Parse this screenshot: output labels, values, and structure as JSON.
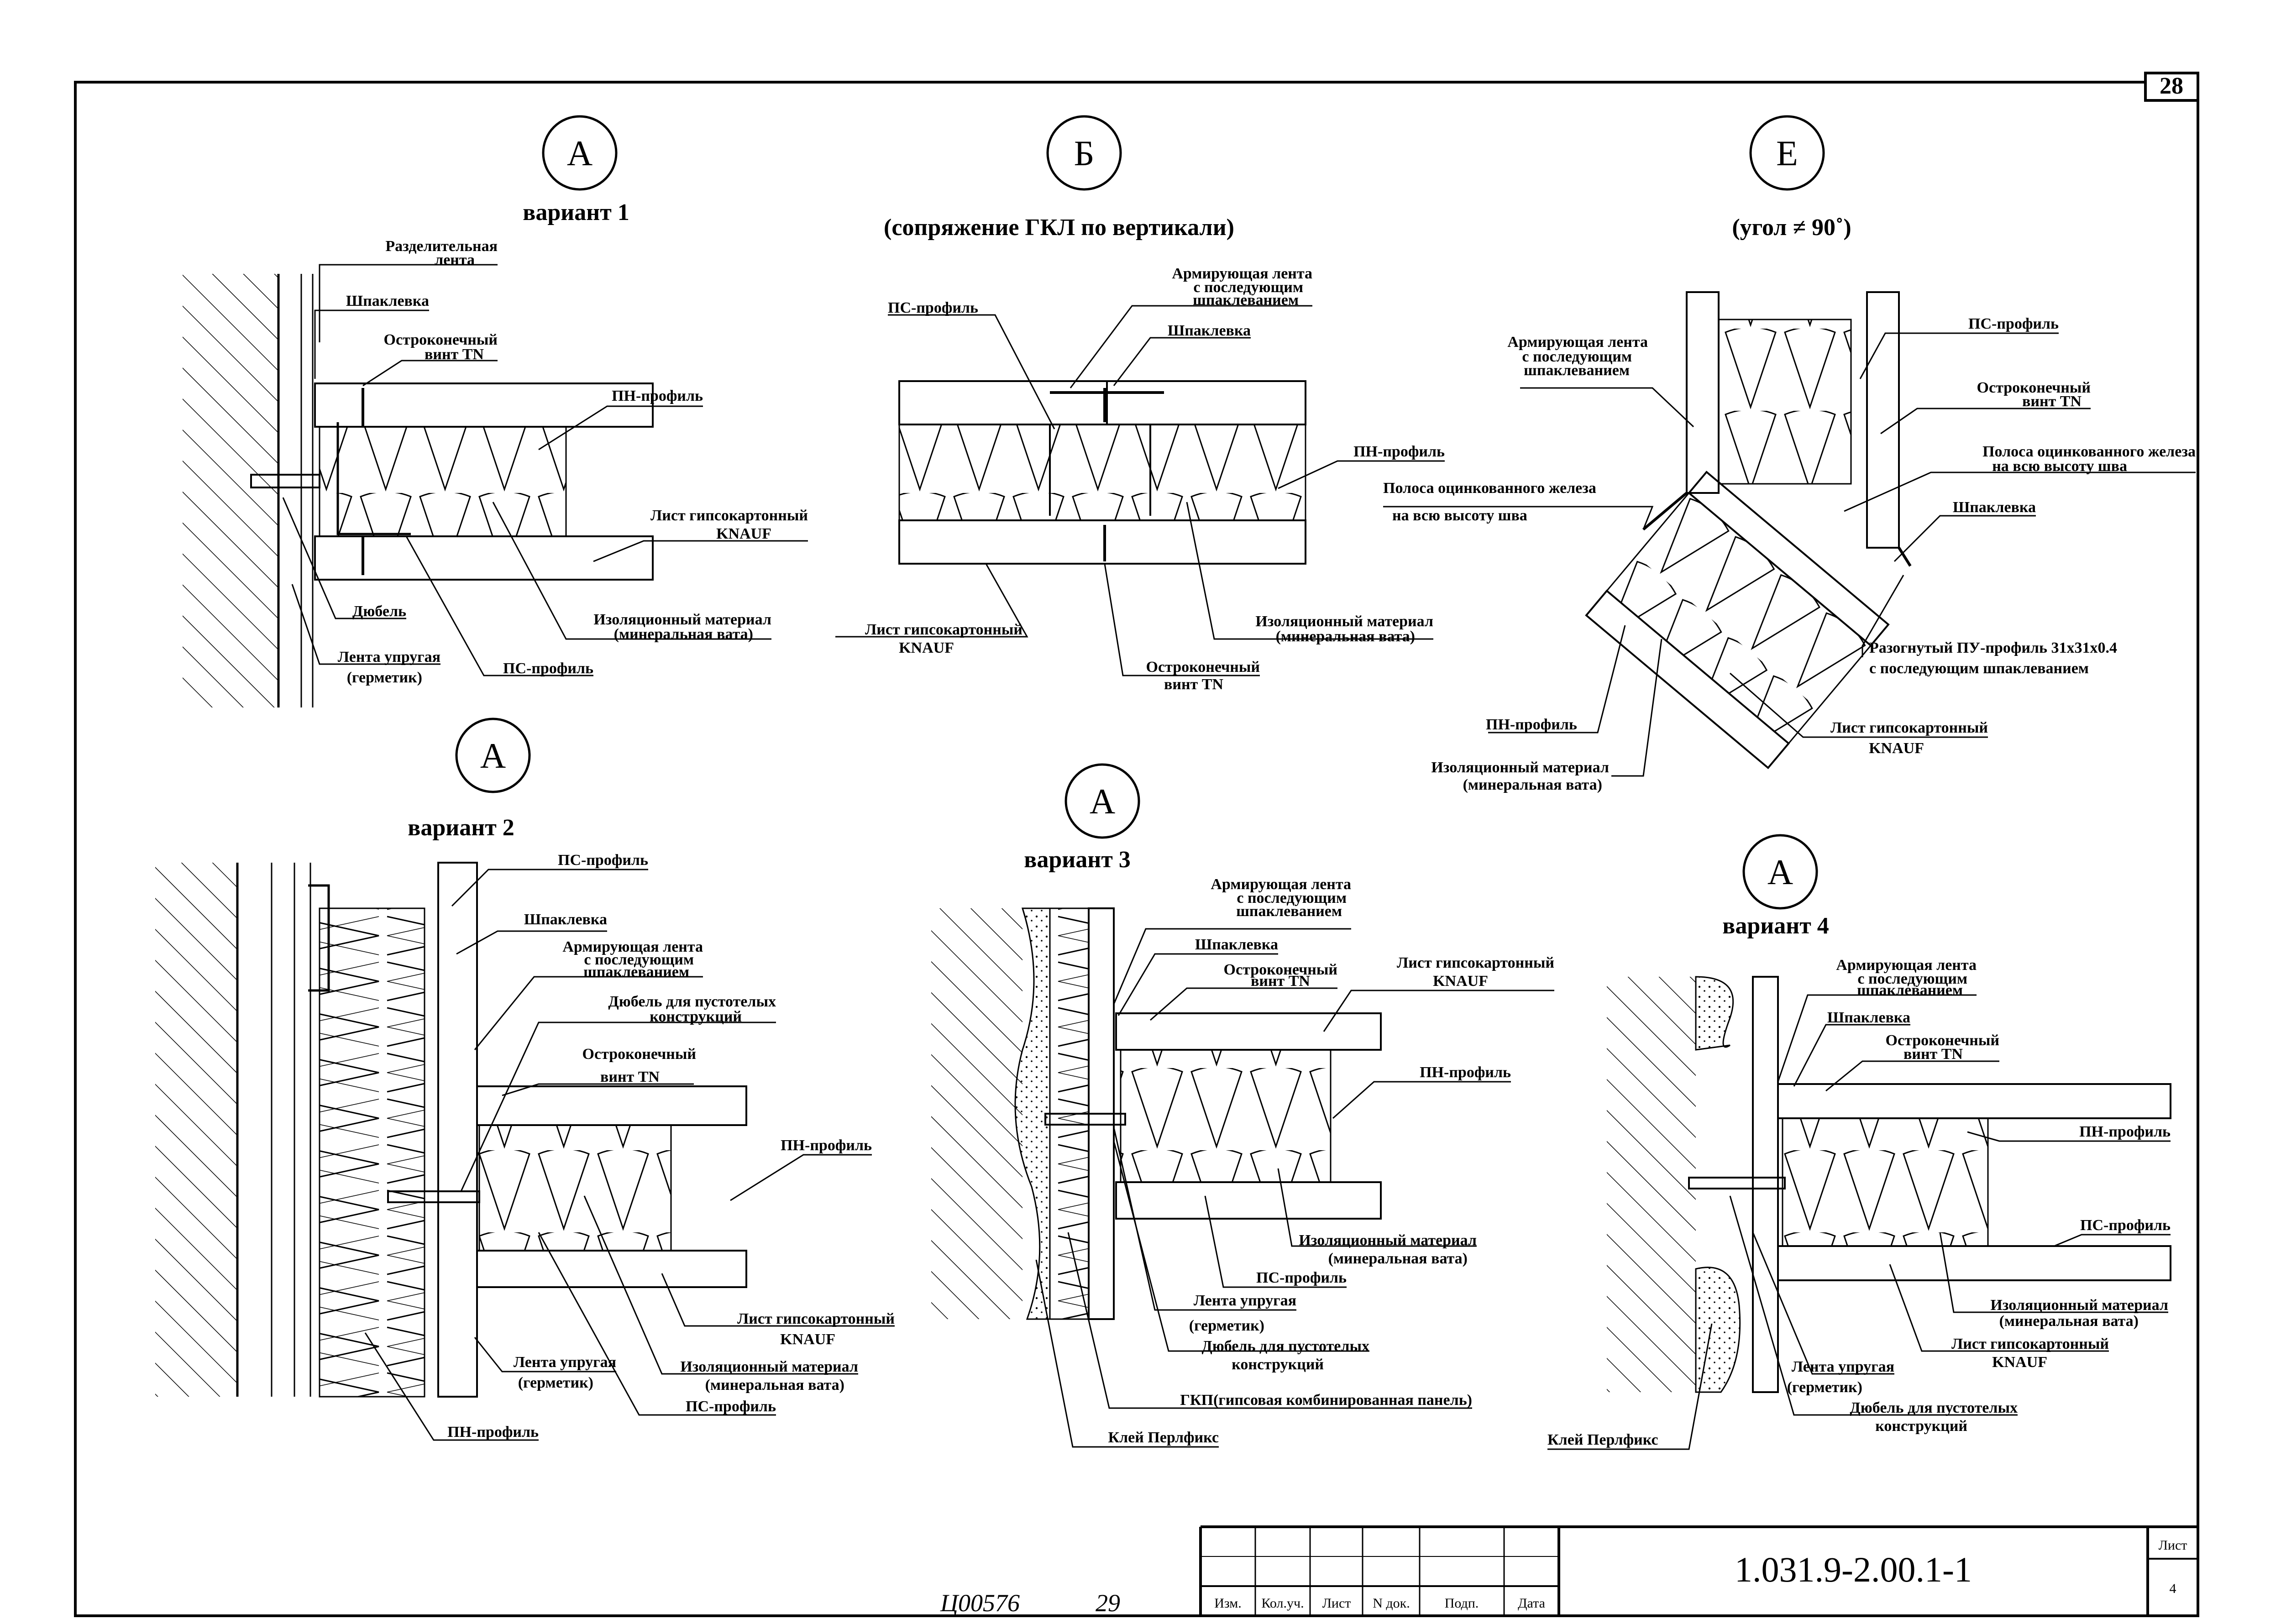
{
  "sheet": {
    "page_number": "28",
    "code": "1.031.9-2.00.1-1",
    "sheet_label": "Лист",
    "sheet_no": "4"
  },
  "handwritten": {
    "inventory": "Ц00576",
    "number": "29"
  },
  "title_block": {
    "columns": [
      "Изм.",
      "Кол.уч.",
      "Лист",
      "N док.",
      "Подп.",
      "Дата"
    ]
  },
  "details": {
    "a1": {
      "marker": "А",
      "caption": "вариант 1",
      "labels": {
        "separating_tape_1": "Разделительная",
        "separating_tape_2": "лента",
        "putty": "Шпаклевка",
        "screw_1": "Остроконечный",
        "screw_2": "винт TN",
        "pn_profile": "ПН-профиль",
        "gkl_1": "Лист гипсокартонный",
        "gkl_2": "KNAUF",
        "dowel": "Дюбель",
        "insulation_1": "Изоляционный материал",
        "insulation_2": "(минеральная вата)",
        "elastic_tape_1": "Лента упругая",
        "elastic_tape_2": "(герметик)",
        "ps_profile": "ПС-профиль"
      }
    },
    "b": {
      "marker": "Б",
      "caption": "(сопряжение ГКЛ по вертикали)",
      "labels": {
        "reinforcing_1": "Армирующая лента",
        "reinforcing_2": "с последующим",
        "reinforcing_3": "шпаклеванием",
        "ps_profile": "ПС-профиль",
        "putty": "Шпаклевка",
        "pn_profile": "ПН-профиль",
        "gkl_1": "Лист гипсокартонный",
        "gkl_2": "KNAUF",
        "insulation_1": "Изоляционный материал",
        "insulation_2": "(минеральная вата)",
        "screw_1": "Остроконечный",
        "screw_2": "винт TN"
      }
    },
    "e": {
      "marker": "Е",
      "caption": "(угол ≠ 90˚)",
      "labels": {
        "reinforcing_1": "Армирующая лента",
        "reinforcing_2": "с последующим",
        "reinforcing_3": "шпаклеванием",
        "ps_profile": "ПС-профиль",
        "screw_1": "Остроконечный",
        "screw_2": "винт TN",
        "strip_r_1": "Полоса оцинкованного железа",
        "strip_r_2": "на всю высоту шва",
        "strip_l_1": "Полоса оцинкованного железа",
        "strip_l_2": "на всю высоту шва",
        "putty": "Шпаклевка",
        "pu_1": "Разогнутый ПУ-профиль 31х31х0.4",
        "pu_2": "с последующим шпаклеванием",
        "pn_profile": "ПН-профиль",
        "gkl_1": "Лист гипсокартонный",
        "gkl_2": "KNAUF",
        "insulation_1": "Изоляционный материал",
        "insulation_2": "(минеральная вата)"
      }
    },
    "a2": {
      "marker": "А",
      "caption": "вариант 2",
      "labels": {
        "ps_profile_top": "ПС-профиль",
        "putty": "Шпаклевка",
        "reinforcing_1": "Армирующая лента",
        "reinforcing_2": "с последующим",
        "reinforcing_3": "шпаклеванием",
        "dowel_1": "Дюбель для пустотелых",
        "dowel_2": "конструкций",
        "screw_1": "Остроконечный",
        "screw_2": "винт TN",
        "pn_profile_right": "ПН-профиль",
        "gkl_1": "Лист гипсокартонный",
        "gkl_2": "KNAUF",
        "elastic_tape_1": "Лента упругая",
        "elastic_tape_2": "(герметик)",
        "insulation_1": "Изоляционный материал",
        "insulation_2": "(минеральная вата)",
        "ps_profile_bottom": "ПС-профиль",
        "pn_profile_bottom": "ПН-профиль"
      }
    },
    "a3": {
      "marker": "А",
      "caption": "вариант 3",
      "labels": {
        "reinforcing_1": "Армирующая лента",
        "reinforcing_2": "с последующим",
        "reinforcing_3": "шпаклеванием",
        "putty": "Шпаклевка",
        "screw_1": "Остроконечный",
        "screw_2": "винт TN",
        "gkl_1": "Лист гипсокартонный",
        "gkl_2": "KNAUF",
        "pn_profile": "ПН-профиль",
        "insulation_1": "Изоляционный материал",
        "insulation_2": "(минеральная вата)",
        "ps_profile": "ПС-профиль",
        "elastic_tape_1": "Лента упругая",
        "elastic_tape_2": "(герметик)",
        "dowel_1": "Дюбель для пустотелых",
        "dowel_2": "конструкций",
        "gkp": "ГКП(гипсовая комбинированная панель)",
        "glue": "Клей Перлфикс"
      }
    },
    "a4": {
      "marker": "А",
      "caption": "вариант 4",
      "labels": {
        "reinforcing_1": "Армирующая лента",
        "reinforcing_2": "с последующим",
        "reinforcing_3": "шпаклеванием",
        "putty": "Шпаклевка",
        "screw_1": "Остроконечный",
        "screw_2": "винт TN",
        "pn_profile": "ПН-профиль",
        "ps_profile": "ПС-профиль",
        "insulation_1": "Изоляционный материал",
        "insulation_2": "(минеральная вата)",
        "gkl_1": "Лист гипсокартонный",
        "gkl_2": "KNAUF",
        "elastic_tape_1": "Лента упругая",
        "elastic_tape_2": "(герметик)",
        "dowel_1": "Дюбель для пустотелых",
        "dowel_2": "конструкций",
        "glue": "Клей Перлфикс"
      }
    }
  }
}
